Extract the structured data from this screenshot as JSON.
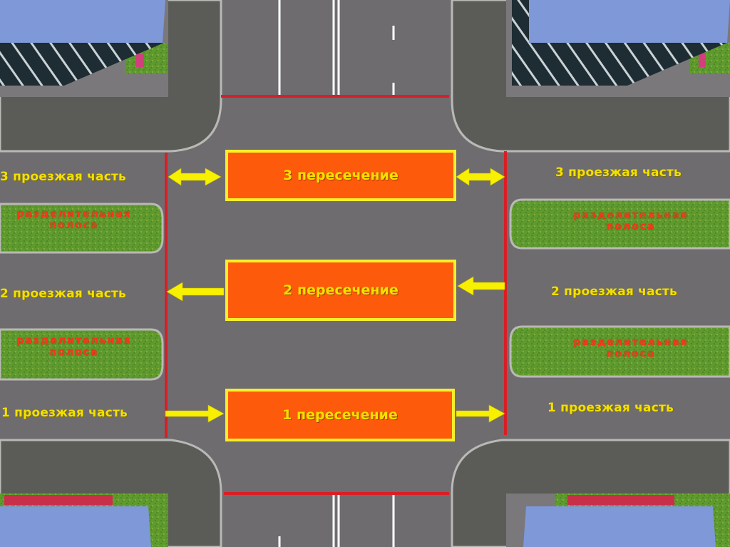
{
  "crossings": [
    {
      "label": "1 пересечение"
    },
    {
      "label": "2 пересечение"
    },
    {
      "label": "3 пересечение"
    }
  ],
  "roadway_labels": {
    "left": [
      "1 проезжая часть",
      "2 проезжая часть",
      "3 проезжая часть"
    ],
    "right": [
      "1 проезжая часть",
      "2 проезжая часть",
      "3 проезжая часть"
    ]
  },
  "median_label": {
    "line1": "разделительная",
    "line2": "полоса"
  },
  "arrows": {
    "crossing_1": {
      "left": "right",
      "right": "right"
    },
    "crossing_2": {
      "left": "left",
      "right": "left"
    },
    "crossing_3": {
      "left": "both",
      "right": "both"
    }
  },
  "colors": {
    "asphalt": "#6f6c70",
    "sidewalk": "#5b5c58",
    "crossing_fill": "#fd5a0b",
    "crossing_border": "#f7ef2a",
    "arrow": "#f7f000",
    "stop_line": "#d81f26",
    "median_grass": "#5e9a2e",
    "roof": "#7f98d8"
  }
}
